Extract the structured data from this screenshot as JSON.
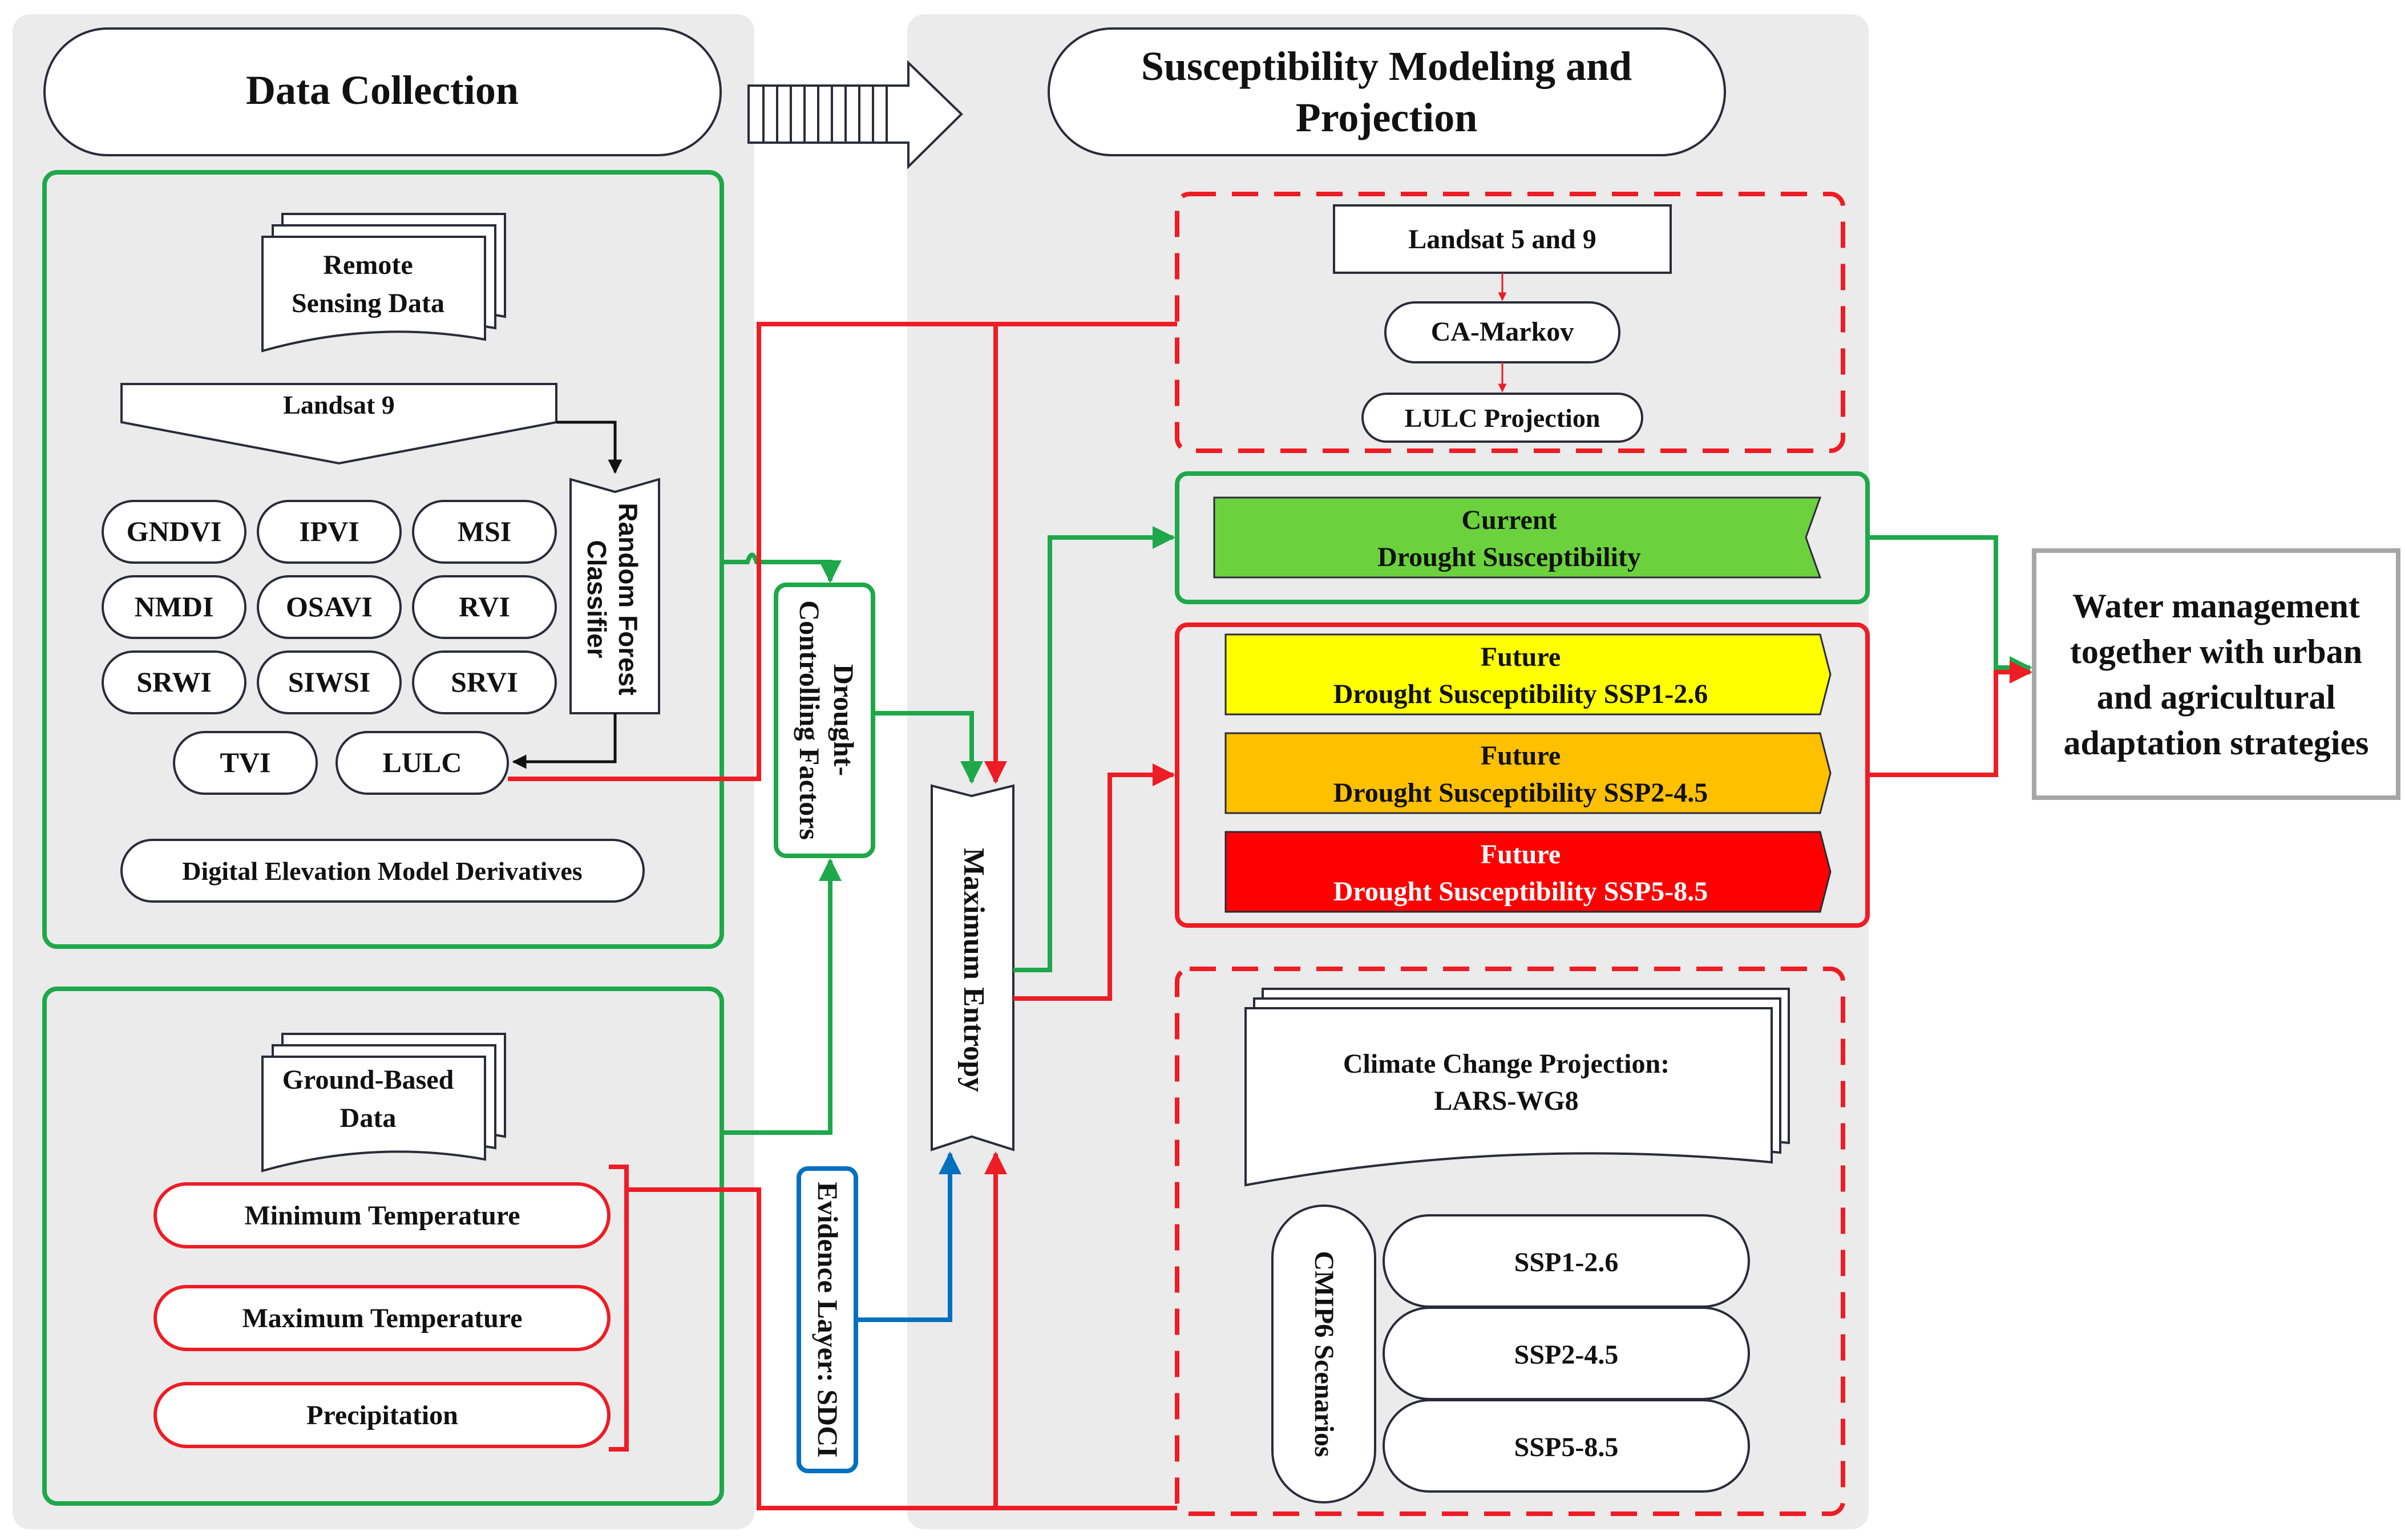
{
  "headers": {
    "data_collection": "Data Collection",
    "modeling_line1": "Susceptibility Modeling and",
    "modeling_line2": "Projection"
  },
  "remote_sensing": {
    "doc_line1": "Remote",
    "doc_line2": "Sensing Data",
    "landsat9": "Landsat 9",
    "classifier_line1": "Random Forest",
    "classifier_line2": "Classifier",
    "indices": [
      "GNDVI",
      "IPVI",
      "MSI",
      "NMDI",
      "OSAVI",
      "RVI",
      "SRWI",
      "SIWSI",
      "SRVI",
      "TVI",
      "LULC"
    ],
    "dem": "Digital Elevation Model Derivatives"
  },
  "ground": {
    "doc_line1": "Ground-Based",
    "doc_line2": "Data",
    "variables": [
      "Minimum Temperature",
      "Maximum Temperature",
      "Precipitation"
    ]
  },
  "middle": {
    "factors_line1": "Drought-",
    "factors_line2": "Controlling Factors",
    "maxent": "Maximum Entropy",
    "evidence": "Evidence Layer: SDCI"
  },
  "lulc_projection": {
    "landsat": "Landsat 5 and 9",
    "ca_markov": "CA-Markov",
    "projection": "LULC Projection"
  },
  "current": {
    "line1": "Current",
    "line2": "Drought Susceptibility"
  },
  "future": [
    {
      "line1": "Future",
      "line2": "Drought Susceptibility SSP1-2.6"
    },
    {
      "line1": "Future",
      "line2": "Drought Susceptibility SSP2-4.5"
    },
    {
      "line1": "Future",
      "line2": "Drought Susceptibility SSP5-8.5"
    }
  ],
  "climate": {
    "doc_line1": "Climate Change Projection:",
    "doc_line2": "LARS-WG8",
    "cmip6": "CMIP6 Scenarios",
    "scenarios": [
      "SSP1-2.6",
      "SSP2-4.5",
      "SSP5-8.5"
    ]
  },
  "output": {
    "lines": [
      "Water management",
      "together with urban",
      "and agricultural",
      "adaptation strategies"
    ]
  },
  "colors": {
    "green": "#1ea84a",
    "red": "#ee1c24",
    "blue": "#0070c0",
    "panel": "#ebebeb",
    "current_fill": "#6bd23d",
    "ssp126_fill": "#ffff00",
    "ssp245_fill": "#ffc000",
    "ssp585_fill": "#ff0000"
  }
}
